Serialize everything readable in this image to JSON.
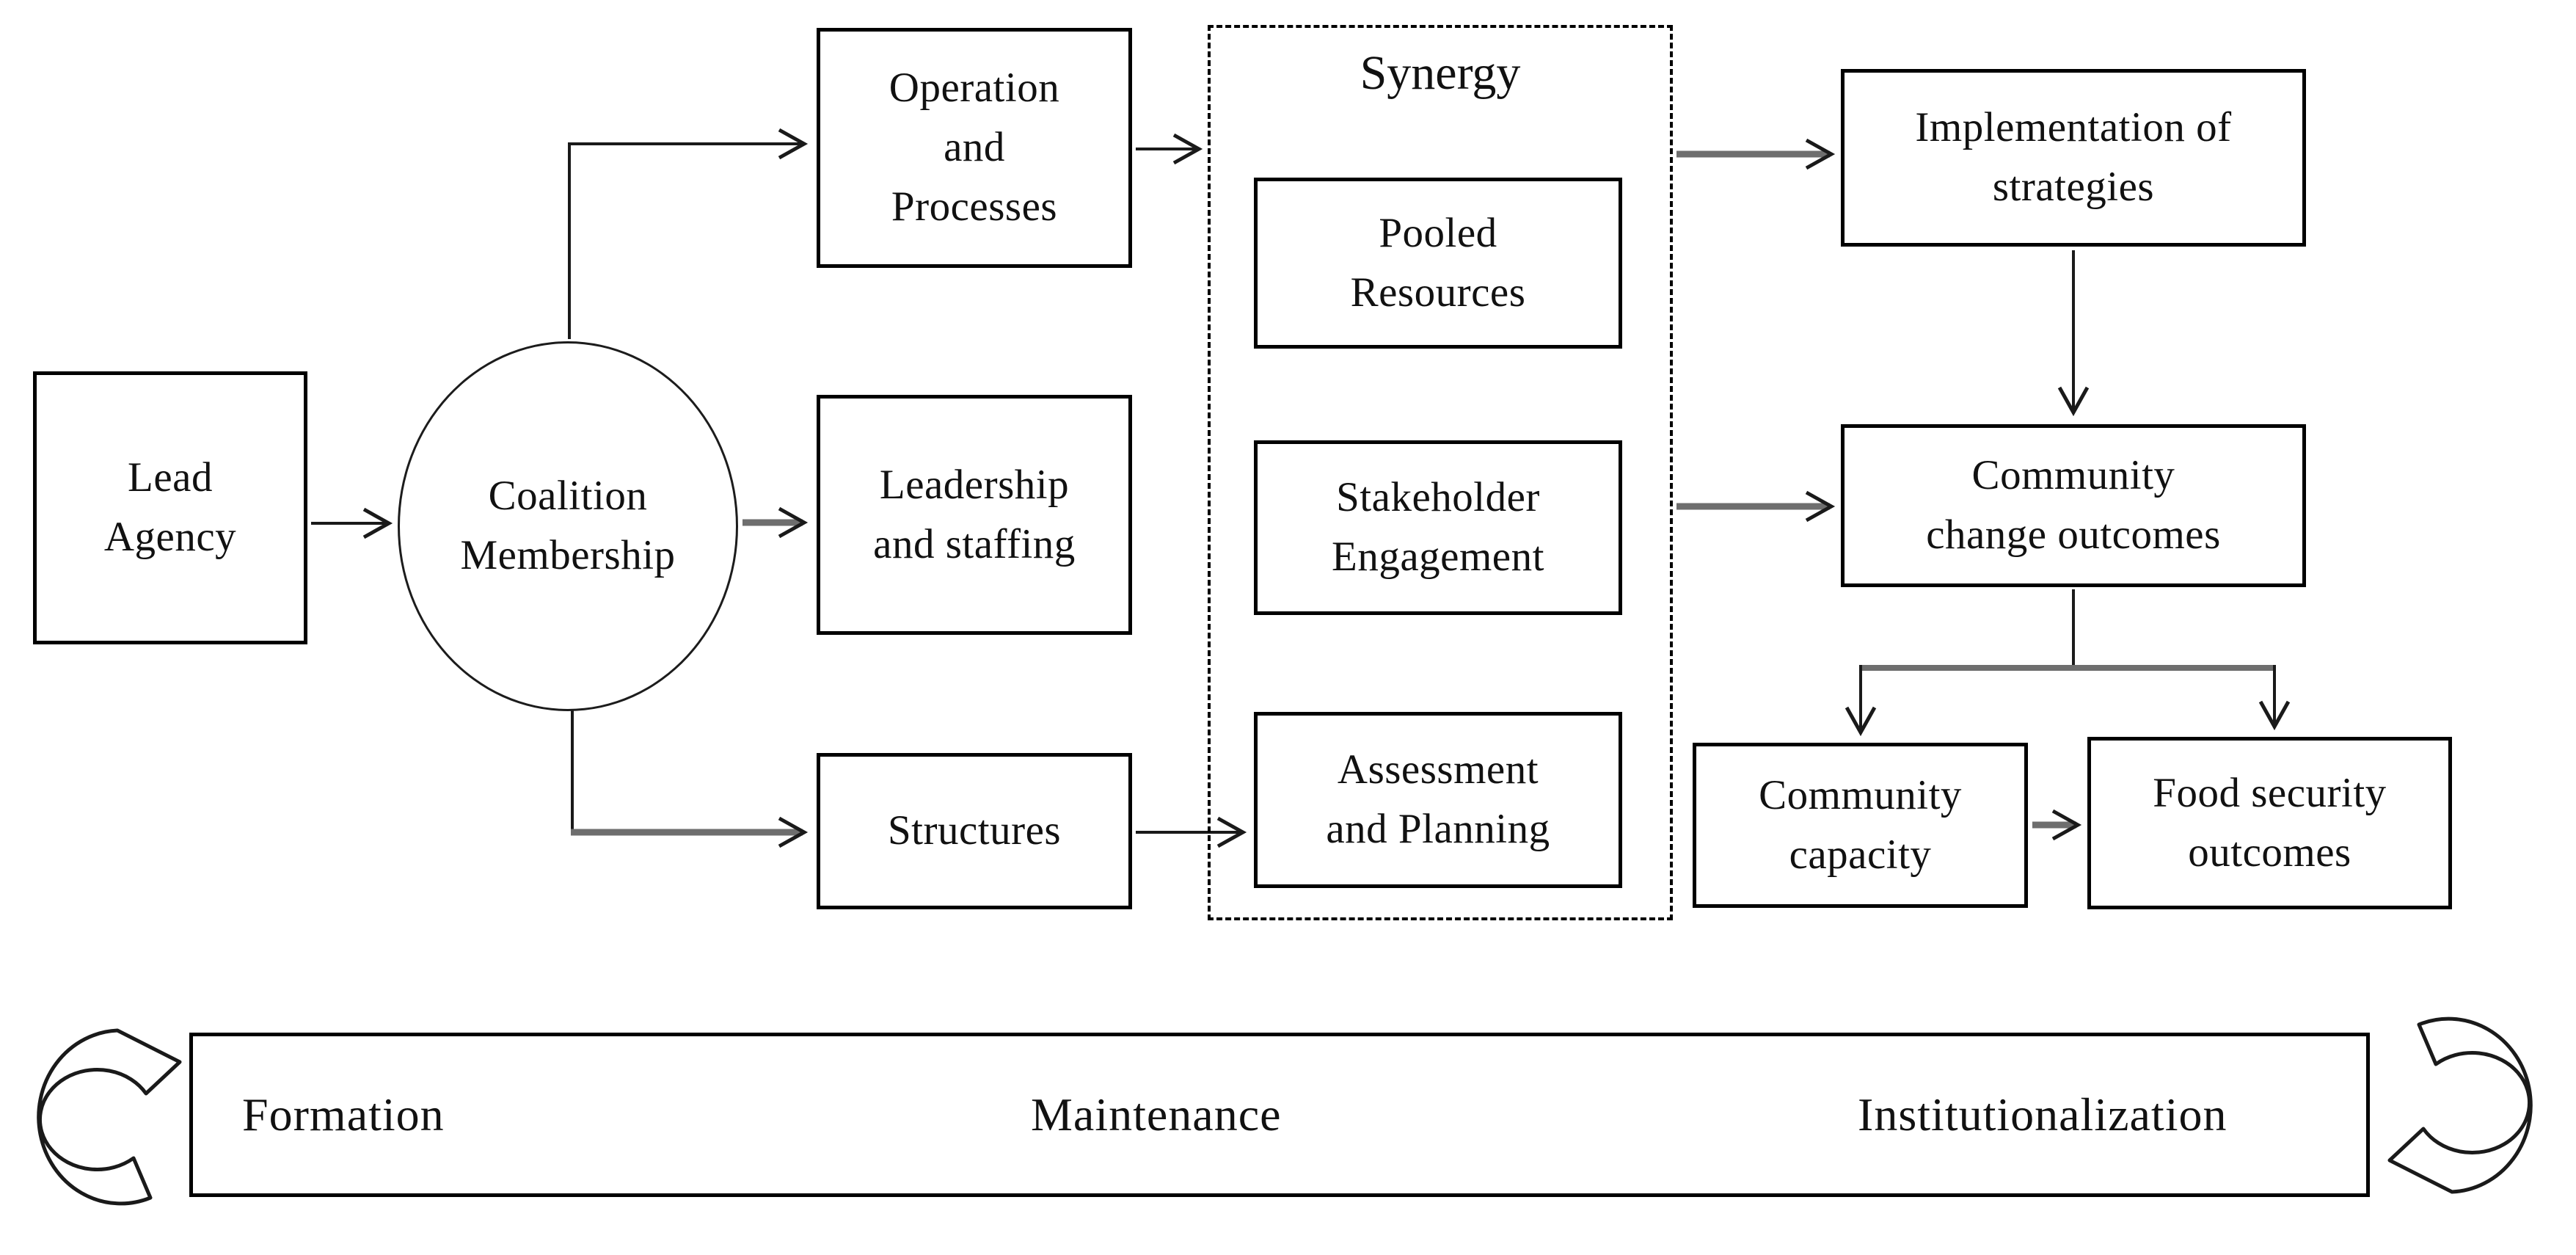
{
  "diagram": {
    "nodes": {
      "lead_agency": "Lead\nAgency",
      "coalition_membership": "Coalition\nMembership",
      "operation": "Operation\nand\nProcesses",
      "leadership": "Leadership\nand staffing",
      "structures": "Structures",
      "synergy_title": "Synergy",
      "pooled_resources": "Pooled\nResources",
      "stakeholder_engagement": "Stakeholder\nEngagement",
      "assessment_planning": "Assessment\nand Planning",
      "implementation": "Implementation of\nstrategies",
      "community_change": "Community\nchange outcomes",
      "community_capacity": "Community\ncapacity",
      "food_security": "Food security\noutcomes"
    },
    "lifecycle": {
      "stages": [
        "Formation",
        "Maintenance",
        "Institutionalization"
      ]
    },
    "colors": {
      "line": "#1a1a1a",
      "gray_line": "#6e6e6e",
      "border": "#000000",
      "background": "#ffffff"
    }
  }
}
